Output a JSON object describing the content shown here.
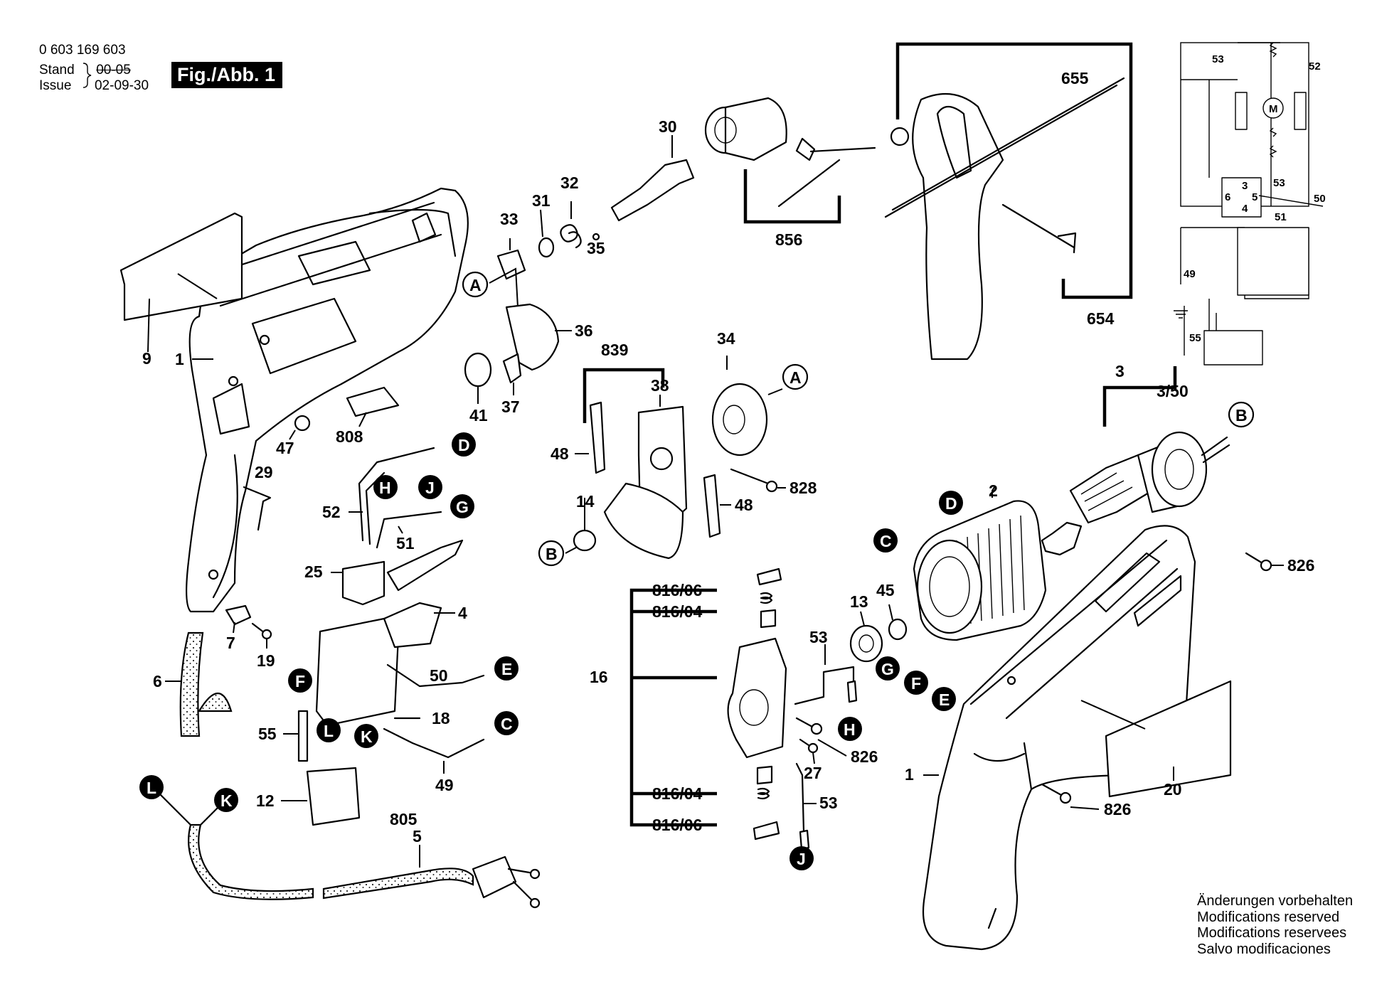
{
  "header": {
    "part_number": "0 603 169 603",
    "stand_label": "Stand",
    "stand_value": "00-05",
    "issue_label": "Issue",
    "issue_value": "02-09-30",
    "figure_label": "Fig./Abb. 1"
  },
  "notes": [
    "Änderungen vorbehalten",
    "Modifications reserved",
    "Modifications reservees",
    "Salvo modificaciones"
  ],
  "colors": {
    "ink": "#000000",
    "paper": "#ffffff",
    "speckle": "#222222"
  },
  "labels": {
    "p1": "1",
    "p1b": "1",
    "p2": "2",
    "p3": "3",
    "p350": "3/50",
    "p4": "4",
    "p5": "5",
    "p805": "805",
    "p6": "6",
    "p7": "7",
    "p9": "9",
    "p12": "12",
    "p13": "13",
    "p14": "14",
    "p16": "16",
    "p18": "18",
    "p19": "19",
    "p20": "20",
    "p25": "25",
    "p27": "27",
    "p29": "29",
    "p30": "30",
    "p31": "31",
    "p32": "32",
    "p33": "33",
    "p34": "34",
    "p35": "35",
    "p36": "36",
    "p37": "37",
    "p38": "38",
    "p41": "41",
    "p45": "45",
    "p47": "47",
    "p48a": "48",
    "p48b": "48",
    "p49": "49",
    "p50": "50",
    "p51": "51",
    "p52": "52",
    "p53a": "53",
    "p53b": "53",
    "p55": "55",
    "p654": "654",
    "p655": "655",
    "p808": "808",
    "p826a": "826",
    "p826b": "826",
    "p826c": "826",
    "p828": "828",
    "p839": "839",
    "p856": "856",
    "p81606a": "816/06",
    "p81604a": "816/04",
    "p81604b": "816/04",
    "p81606b": "816/06"
  },
  "connectors": {
    "A1": "A",
    "A2": "A",
    "B1": "B",
    "B2": "B",
    "C1": "C",
    "C2": "C",
    "D1": "D",
    "D2": "D",
    "E1": "E",
    "E2": "E",
    "F1": "F",
    "F2": "F",
    "G1": "G",
    "G2": "G",
    "H1": "H",
    "H2": "H",
    "J1": "J",
    "J2": "J",
    "K1": "K",
    "K2": "K",
    "L1": "L",
    "L2": "L"
  },
  "wiring": {
    "w53": "53",
    "w52": "52",
    "motor": "M",
    "w3": "3",
    "w6": "6",
    "w5": "5",
    "w4": "4",
    "w53b": "53",
    "w51": "51",
    "w50": "50",
    "w49": "49",
    "w55": "55"
  },
  "icons": [
    "motor-symbol-icon",
    "ground-symbol-icon",
    "plug-icon"
  ]
}
